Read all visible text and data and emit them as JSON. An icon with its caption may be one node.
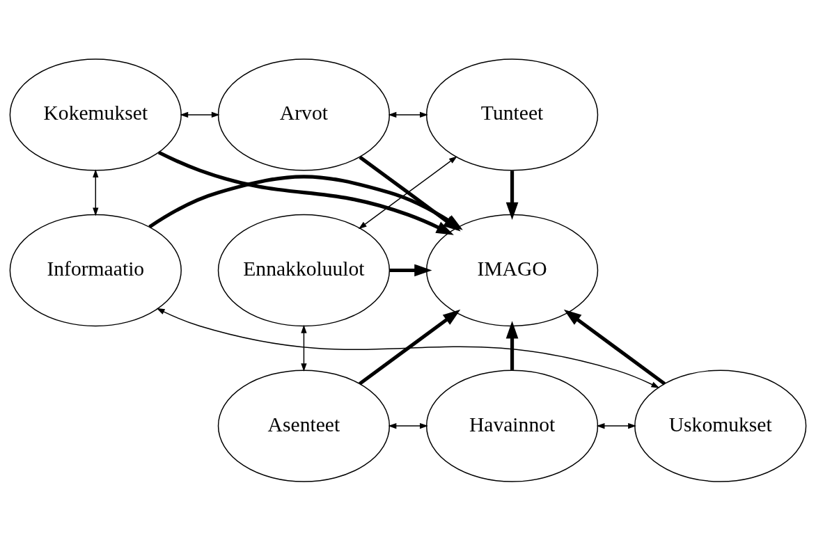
{
  "diagram": {
    "nodes": [
      {
        "text": [
          "Arvot"
        ]
      },
      {
        "text": [
          "Kokemukset"
        ]
      },
      {
        "text": [
          "Tunteet"
        ]
      },
      {
        "text": [
          "Informaatio"
        ]
      },
      {
        "text": [
          "IMAGO"
        ]
      },
      {
        "text": [
          "Ennakkoluulot"
        ]
      },
      {
        "text": [
          "Uskomukset"
        ]
      },
      {
        "text": [
          "Asenteet"
        ]
      },
      {
        "text": [
          "Havainnot"
        ]
      }
    ],
    "edges": [
      {
        "from": 0,
        "to": 4,
        "arrow": "to",
        "style": "thick"
      },
      {
        "from": 1,
        "to": 4,
        "arrow": "to",
        "style": "thick"
      },
      {
        "from": 2,
        "to": 4,
        "arrow": "to",
        "style": "thick"
      },
      {
        "from": 3,
        "to": 4,
        "arrow": "to",
        "style": "thick"
      },
      {
        "from": 5,
        "to": 4,
        "arrow": "to",
        "style": "thick"
      },
      {
        "from": 6,
        "to": 4,
        "arrow": "to",
        "style": "thick"
      },
      {
        "from": 7,
        "to": 4,
        "arrow": "to",
        "style": "thick"
      },
      {
        "from": 8,
        "to": 4,
        "arrow": "to",
        "style": "thick"
      },
      {
        "from": 1,
        "to": 0,
        "arrow": "both"
      },
      {
        "from": 0,
        "to": 2,
        "arrow": "both"
      },
      {
        "from": 2,
        "to": 5,
        "arrow": "both"
      },
      {
        "from": 5,
        "to": 7,
        "arrow": "both"
      },
      {
        "from": 7,
        "to": 8,
        "arrow": "both"
      },
      {
        "from": 8,
        "to": 6,
        "arrow": "both"
      },
      {
        "from": 6,
        "to": 3,
        "arrow": "both"
      },
      {
        "from": 3,
        "to": 1,
        "arrow": "both"
      }
    ]
  }
}
